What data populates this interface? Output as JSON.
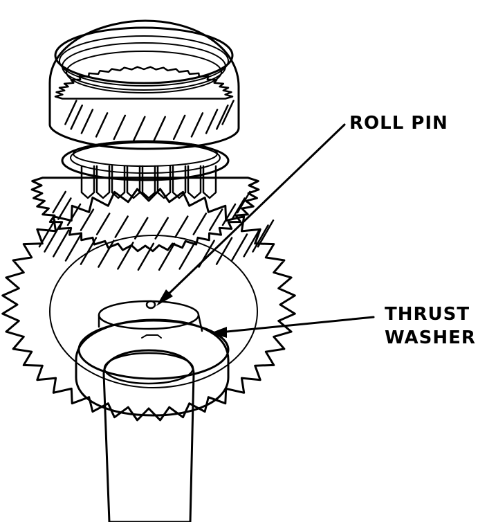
{
  "diagram": {
    "labels": {
      "roll_pin": "ROLL  PIN",
      "thrust_line1": "THRUST",
      "thrust_line2": "WASHER"
    },
    "colors": {
      "ink": "#000000",
      "paper": "#ffffff"
    }
  }
}
